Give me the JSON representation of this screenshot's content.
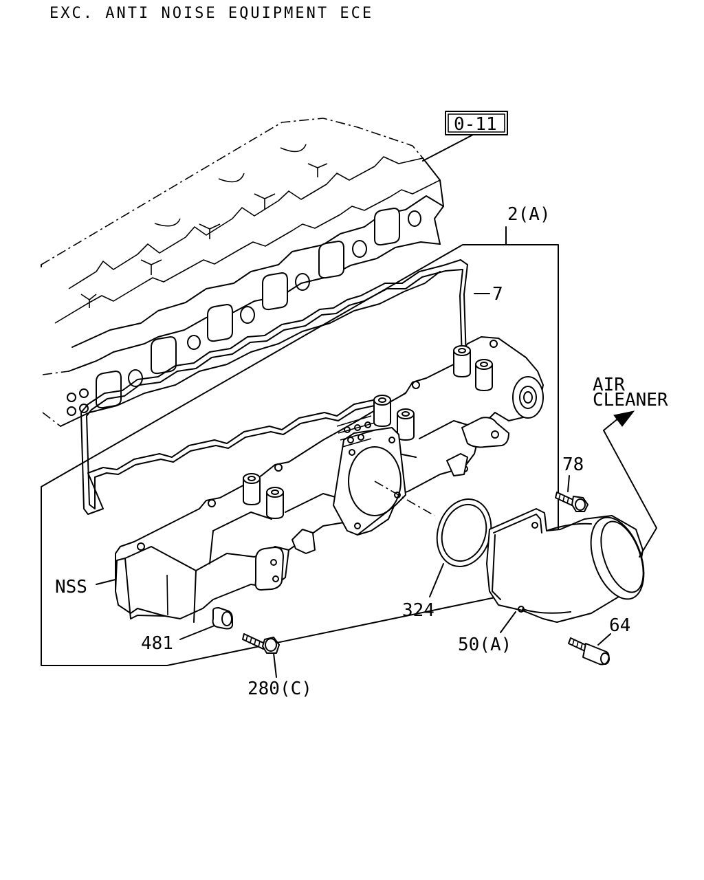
{
  "header": {
    "title": "EXC. ANTI NOISE EQUIPMENT ECE"
  },
  "callouts": {
    "ref_box": "0-11",
    "part_2": "2(A)",
    "part_7": "7",
    "air_line1": "AIR",
    "air_line2": "CLEANER",
    "part_78": "78",
    "part_nss": "NSS",
    "part_324": "324",
    "part_481": "481",
    "part_50": "50(A)",
    "part_64": "64",
    "part_280": "280(C)"
  },
  "colors": {
    "ink": "#000000",
    "paper": "#ffffff"
  }
}
